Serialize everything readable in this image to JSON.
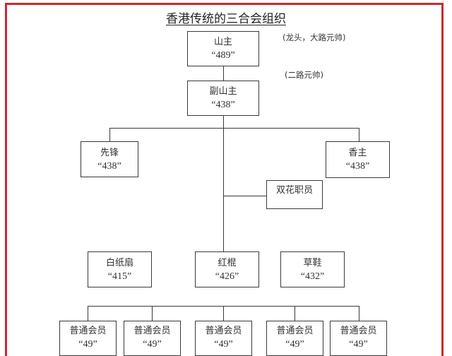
{
  "title": "香港传统的三合会组织",
  "annotations": {
    "shanzhu_note": "(龙头，大路元帅)",
    "fushanzhu_note": "(二路元帅)"
  },
  "nodes": {
    "shanzhu": {
      "name": "山主",
      "code": "“489”"
    },
    "fushanzhu": {
      "name": "副山主",
      "code": "“438”"
    },
    "xianfeng": {
      "name": "先锋",
      "code": "“438”"
    },
    "xiangzhu": {
      "name": "香主",
      "code": "“438”"
    },
    "shuanghua": {
      "name": "双花职员"
    },
    "baizhishan": {
      "name": "白纸扇",
      "code": "“415”"
    },
    "honggun": {
      "name": "红棍",
      "code": "“426”"
    },
    "caoxie": {
      "name": "草鞋",
      "code": "“432”"
    },
    "members": [
      {
        "name": "普通会员",
        "code": "“49”"
      },
      {
        "name": "普通会员",
        "code": "“49”"
      },
      {
        "name": "普通会员",
        "code": "“49”"
      },
      {
        "name": "普通会员",
        "code": "“49”"
      },
      {
        "name": "普通会员",
        "code": "“49”"
      }
    ]
  },
  "colors": {
    "frame": "#d0282b",
    "line": "#3a3a3a"
  }
}
